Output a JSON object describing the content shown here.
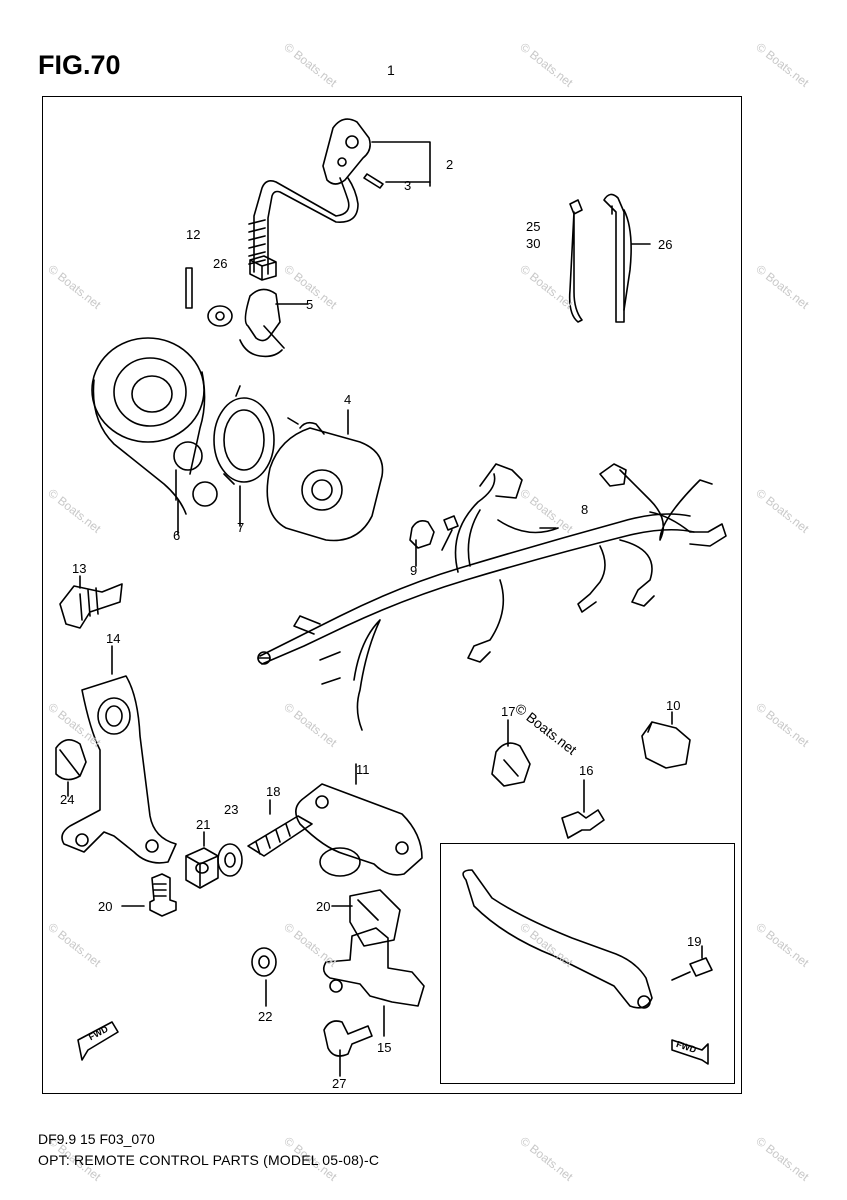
{
  "figure": {
    "title": "FIG.70",
    "number": "1"
  },
  "footer": {
    "code": "DF9.9 15 F03_070",
    "description": "OPT: REMOTE CONTROL PARTS (MODEL 05-08)-C"
  },
  "callouts": [
    {
      "id": "c2",
      "text": "2"
    },
    {
      "id": "c3",
      "text": "3"
    },
    {
      "id": "c12",
      "text": "12"
    },
    {
      "id": "c26a",
      "text": "26"
    },
    {
      "id": "c5",
      "text": "5"
    },
    {
      "id": "c25",
      "text": "25"
    },
    {
      "id": "c30",
      "text": "30"
    },
    {
      "id": "c26b",
      "text": "26"
    },
    {
      "id": "c4",
      "text": "4"
    },
    {
      "id": "c6",
      "text": "6"
    },
    {
      "id": "c7",
      "text": "7"
    },
    {
      "id": "c8",
      "text": "8"
    },
    {
      "id": "c9",
      "text": "9"
    },
    {
      "id": "c13",
      "text": "13"
    },
    {
      "id": "c14",
      "text": "14"
    },
    {
      "id": "c17",
      "text": "17"
    },
    {
      "id": "c10",
      "text": "10"
    },
    {
      "id": "c16",
      "text": "16"
    },
    {
      "id": "c24",
      "text": "24"
    },
    {
      "id": "c11",
      "text": "11"
    },
    {
      "id": "c18",
      "text": "18"
    },
    {
      "id": "c23",
      "text": "23"
    },
    {
      "id": "c21",
      "text": "21"
    },
    {
      "id": "c20a",
      "text": "20"
    },
    {
      "id": "c20b",
      "text": "20"
    },
    {
      "id": "c22",
      "text": "22"
    },
    {
      "id": "c15",
      "text": "15"
    },
    {
      "id": "c27",
      "text": "27"
    },
    {
      "id": "c19",
      "text": "19"
    }
  ],
  "fwd_marks": [
    "FWD",
    "FWD"
  ],
  "watermark": "© Boats.net",
  "inline_watermark": "© Boats.net"
}
